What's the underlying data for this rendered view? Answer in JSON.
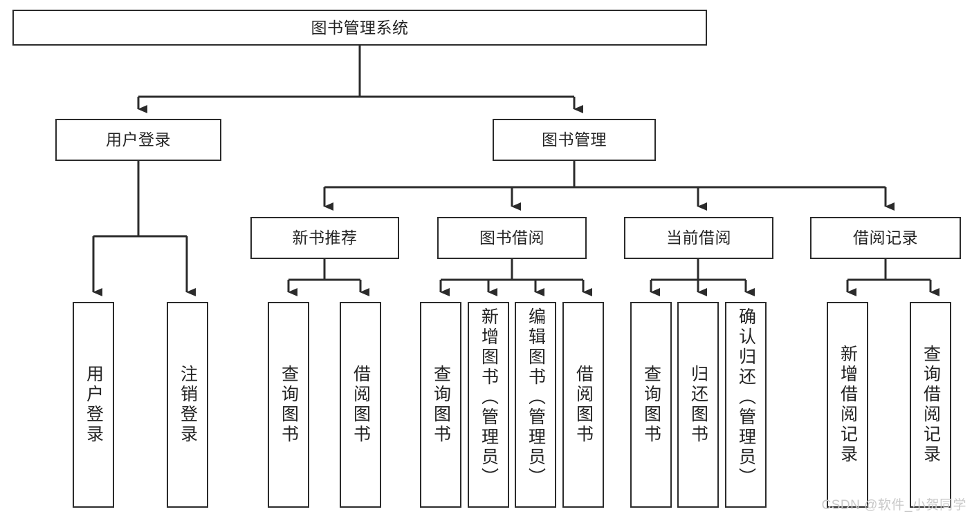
{
  "diagram": {
    "title": "图书管理系统",
    "type": "tree",
    "watermark": "CSDN @软件_小贺同学",
    "colors": {
      "background": "#ffffff",
      "border": "#2b2b2b",
      "text": "#232323",
      "edge": "#2b2b2b",
      "watermark": "#c9c9c9"
    },
    "nodes": {
      "root": {
        "label": "图书管理系统"
      },
      "level2": [
        {
          "id": "user-login",
          "label": "用户登录"
        },
        {
          "id": "book-manage",
          "label": "图书管理"
        }
      ],
      "level3": [
        {
          "id": "new-book-recommend",
          "label": "新书推荐"
        },
        {
          "id": "book-borrow",
          "label": "图书借阅"
        },
        {
          "id": "current-borrow",
          "label": "当前借阅"
        },
        {
          "id": "borrow-record",
          "label": "借阅记录"
        }
      ],
      "leaves": {
        "user_login": [
          {
            "id": "leaf-user-login",
            "label": "用户登录"
          },
          {
            "id": "leaf-logout-login",
            "label": "注销登录"
          }
        ],
        "new_book_recommend": [
          {
            "id": "leaf-query-book-1",
            "label": "查询图书"
          },
          {
            "id": "leaf-borrow-book-1",
            "label": "借阅图书"
          }
        ],
        "book_borrow": [
          {
            "id": "leaf-query-book-2",
            "label": "查询图书"
          },
          {
            "id": "leaf-add-book",
            "label": "新增图书（管理员）"
          },
          {
            "id": "leaf-edit-book",
            "label": "编辑图书（管理员）"
          },
          {
            "id": "leaf-borrow-book-2",
            "label": "借阅图书"
          }
        ],
        "current_borrow": [
          {
            "id": "leaf-query-book-3",
            "label": "查询图书"
          },
          {
            "id": "leaf-return-book",
            "label": "归还图书"
          },
          {
            "id": "leaf-confirm-return",
            "label": "确认归还（管理员）"
          }
        ],
        "borrow_record": [
          {
            "id": "leaf-add-record",
            "label": "新增借阅记录"
          },
          {
            "id": "leaf-query-record",
            "label": "查询借阅记录"
          }
        ]
      }
    }
  }
}
